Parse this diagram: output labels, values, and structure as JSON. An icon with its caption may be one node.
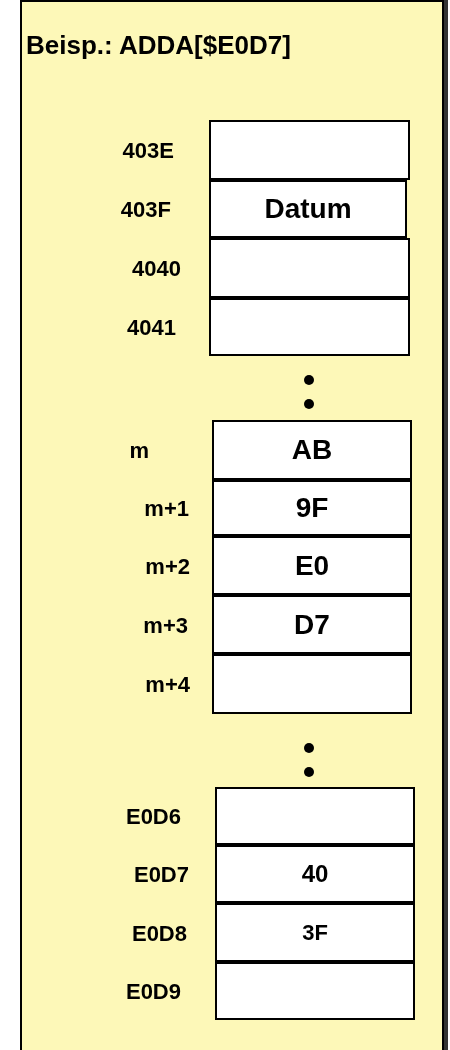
{
  "diagram": {
    "nodes": [
      {
        "text": [
          "Beisp.: ADDA[$E0D7]"
        ]
      },
      {
        "text": [],
        "shape": "box",
        "in": 0,
        "beside": [
          "403E"
        ]
      },
      {
        "text": [
          "Datum"
        ],
        "in": 0,
        "beside": [
          "403F"
        ]
      },
      {
        "text": [],
        "shape": "box",
        "in": 0,
        "beside": [
          "4040"
        ]
      },
      {
        "text": [],
        "shape": "box",
        "in": 0,
        "beside": [
          "4041"
        ]
      },
      {
        "text": [
          "AB"
        ],
        "in": 0,
        "beside": [
          "m"
        ]
      },
      {
        "text": [
          "9F"
        ],
        "in": 0,
        "beside": [
          "m+1"
        ]
      },
      {
        "text": [
          "E0"
        ],
        "in": 0,
        "beside": [
          "m+2"
        ]
      },
      {
        "text": [
          "D7"
        ],
        "in": 0,
        "beside": [
          "m+3"
        ]
      },
      {
        "text": [],
        "shape": "box",
        "in": 0,
        "beside": [
          "m+4"
        ]
      },
      {
        "text": [],
        "shape": "box",
        "in": 0,
        "beside": [
          "E0D6"
        ]
      },
      {
        "text": [
          "40"
        ],
        "in": 0,
        "beside": [
          "E0D7"
        ]
      },
      {
        "text": [
          "3F"
        ],
        "in": 0,
        "beside": [
          "E0D8"
        ]
      },
      {
        "text": [],
        "shape": "box",
        "in": 0,
        "beside": [
          "E0D9"
        ]
      }
    ]
  }
}
